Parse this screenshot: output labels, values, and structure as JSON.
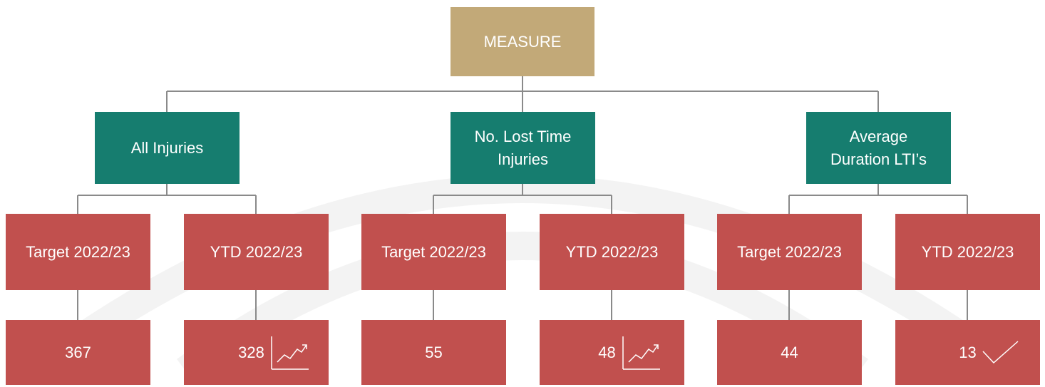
{
  "root": {
    "label": "MEASURE"
  },
  "colors": {
    "root": "#c2a978",
    "category": "#167d6f",
    "metric": "#c1504e",
    "connector": "#8a8a8a"
  },
  "groups": [
    {
      "title": "All Injuries",
      "target_label": "Target 2022/23",
      "ytd_label": "YTD 2022/23",
      "target_value": "367",
      "ytd_value": "328",
      "ytd_icon": "trend-up-icon"
    },
    {
      "title": "No. Lost Time\nInjuries",
      "target_label": "Target 2022/23",
      "ytd_label": "YTD 2022/23",
      "target_value": "55",
      "ytd_value": "48",
      "ytd_icon": "trend-up-icon"
    },
    {
      "title": "Average\nDuration LTI’s",
      "target_label": "Target 2022/23",
      "ytd_label": "YTD 2022/23",
      "target_value": "44",
      "ytd_value": "13",
      "ytd_icon": "checkmark-icon"
    }
  ]
}
